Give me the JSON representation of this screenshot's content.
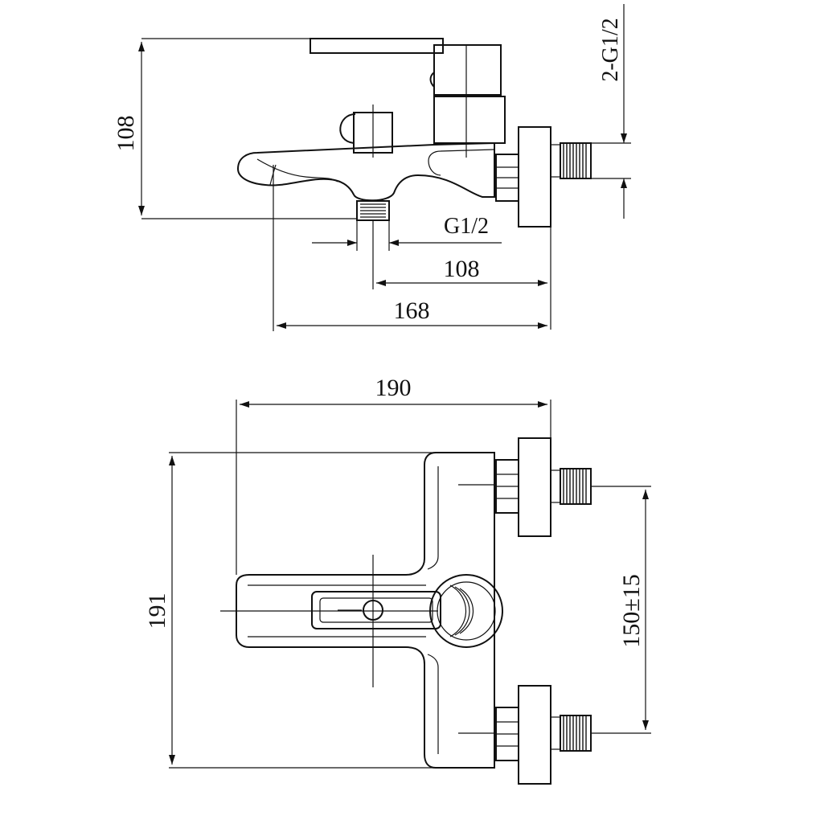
{
  "drawing": {
    "side_view": {
      "height_dim": "108",
      "outlet_thread": "G1/2",
      "inlet_thread": "2-G1/2",
      "outlet_to_wall_dim": "108",
      "spout_tip_to_wall_dim": "168"
    },
    "top_view": {
      "overall_width_dim": "190",
      "overall_depth_dim": "191",
      "inlet_spacing_dim": "150±15"
    }
  },
  "colors": {
    "line": "#111111",
    "background": "#ffffff"
  }
}
